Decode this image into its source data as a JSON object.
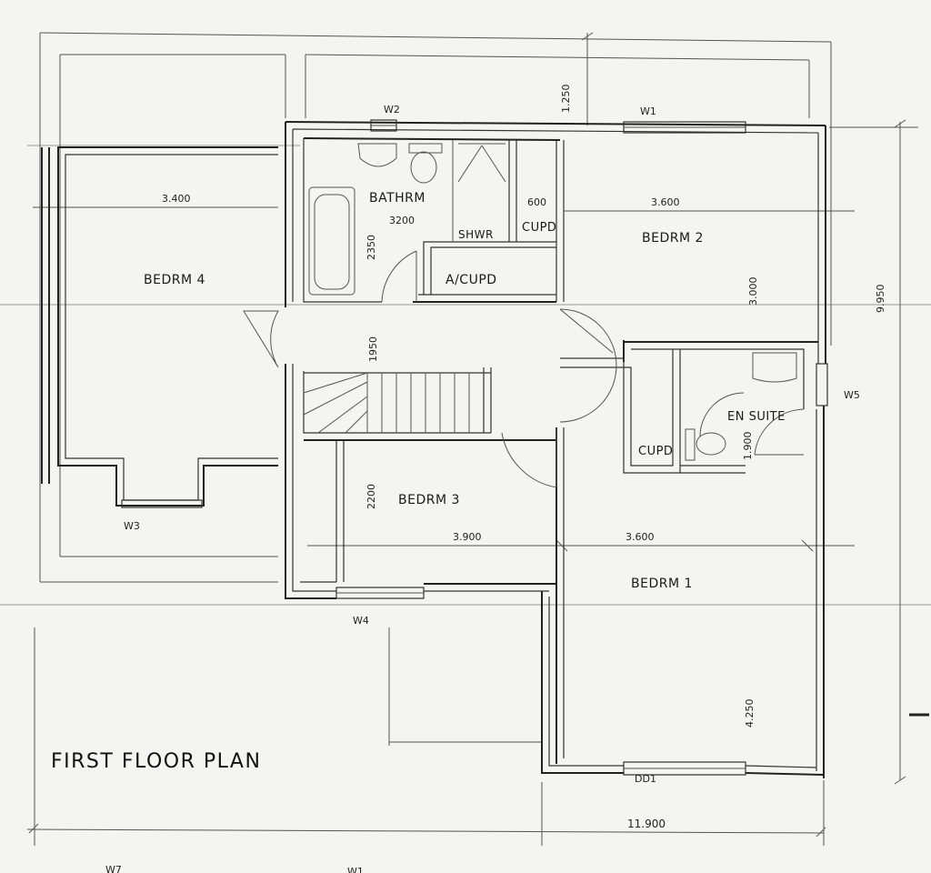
{
  "title": "FIRST FLOOR PLAN",
  "rooms": {
    "bedroom4": "BEDRM 4",
    "bathroom": "BATHRM",
    "shower": "SHWR",
    "cupboard_top": "CUPD",
    "airing_cupboard": "A/CUPD",
    "bedroom2": "BEDRM 2",
    "en_suite": "EN SUITE",
    "cupboard_ensuite": "CUPD",
    "bedroom3": "BEDRM 3",
    "bedroom1": "BEDRM 1"
  },
  "dimensions": {
    "bedrm4_width": "3.400",
    "bathrm_width": "3200",
    "bathrm_depth": "2350",
    "cupd_width": "600",
    "bedrm2_width": "3.600",
    "bedrm2_depth": "3.000",
    "top_offset": "1.250",
    "overall_depth": "9.950",
    "landing": "1950",
    "bedrm3_depth": "2200",
    "bedrm3_width": "3.900",
    "bedrm1_width": "3.600",
    "en_suite_depth": "1.900",
    "bedrm1_depth": "4.250",
    "overall_width": "11.900"
  },
  "windows": {
    "w1": "W1",
    "w2": "W2",
    "w3": "W3",
    "w4": "W4",
    "w5": "W5",
    "dd1": "DD1"
  },
  "cropped_labels": {
    "w7": "W7",
    "w1_bottom": "W1"
  }
}
